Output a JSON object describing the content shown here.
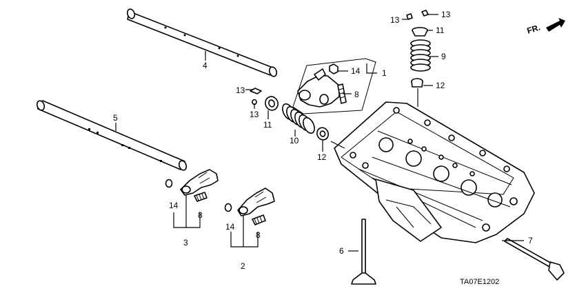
{
  "diagram": {
    "labels": {
      "p1": "1",
      "p2": "2",
      "p3": "3",
      "p4": "4",
      "p5": "5",
      "p6": "6",
      "p7": "7",
      "p8a": "8",
      "p8b": "8",
      "p8c": "8",
      "p9": "9",
      "p10": "10",
      "p11a": "11",
      "p11b": "11",
      "p12a": "12",
      "p12b": "12",
      "p13a": "13",
      "p13b": "13",
      "p13c": "13",
      "p13d": "13",
      "p14a": "14",
      "p14b": "14",
      "p14c": "14"
    },
    "direction_label": "FR.",
    "diagram_code": "TA07E1202"
  }
}
